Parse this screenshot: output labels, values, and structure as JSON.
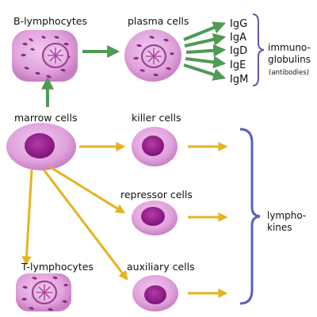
{
  "cells": {
    "b_lymphocytes": "B-lymphocytes",
    "plasma_cells": "plasma cells",
    "marrow_cells": "marrow cells",
    "killer_cells": "killer cells",
    "repressor_cells": "repressor cells",
    "t_lymphocytes": "T-lymphocytes",
    "auxiliary_cells": "auxiliary cells"
  },
  "immunoglobulins": {
    "items": [
      "IgG",
      "IgA",
      "IgD",
      "IgE",
      "IgM"
    ],
    "group_label_line1": "immuno-",
    "group_label_line2": "globulins",
    "group_note": "(antibodies)"
  },
  "lymphokines": {
    "line1": "lympho-",
    "line2": "kines"
  },
  "colors": {
    "green_arrow": "#4f9a54",
    "yellow_arrow": "#e6b21e",
    "bracket_purple": "#6b52a8",
    "bracket_blue": "#5a5fbf",
    "cell_outer": "#e2a5df",
    "cell_nucleus": "#9b1f8f"
  }
}
